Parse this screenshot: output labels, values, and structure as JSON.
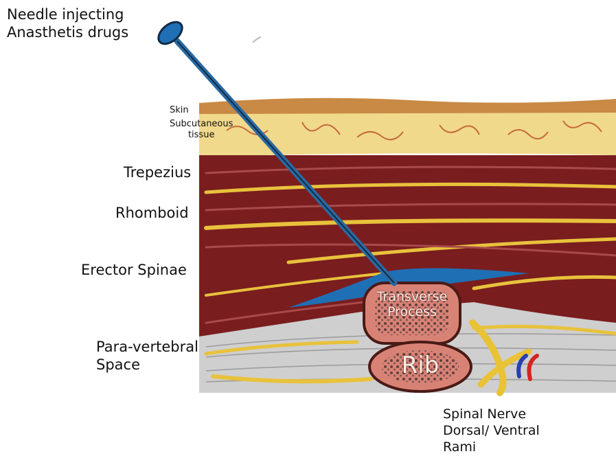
{
  "labels": {
    "needle": [
      "Needle injecting",
      "Anasthetis drugs"
    ],
    "skin": "Skin",
    "subcutaneous": [
      "Subcutaneous",
      "tissue"
    ],
    "trapezius": "Trepezius",
    "rhomboid": "Rhomboid",
    "erector_spinae": "Erector Spinae",
    "paravertebral": [
      "Para-vertebral",
      "Space"
    ],
    "spinal_nerve": [
      "Spinal Nerve",
      "Dorsal/ Ventral",
      "Rami"
    ],
    "transverse_process": [
      "Transverse",
      "Process"
    ],
    "rib": "Rib"
  },
  "colors": {
    "skin": "#c98a45",
    "fat": "#f1d98c",
    "muscle": "#7a1d1f",
    "fascia_yellow": "#e8c23c",
    "anesthetic": "#1f6fb5",
    "needle": "#2a6aa3",
    "bone": "#d88276",
    "paravertebral": "#cfcfcf",
    "nerve_yellow": "#e9c235",
    "nerve_blue": "#2a3fb0",
    "nerve_red": "#d6241f"
  }
}
